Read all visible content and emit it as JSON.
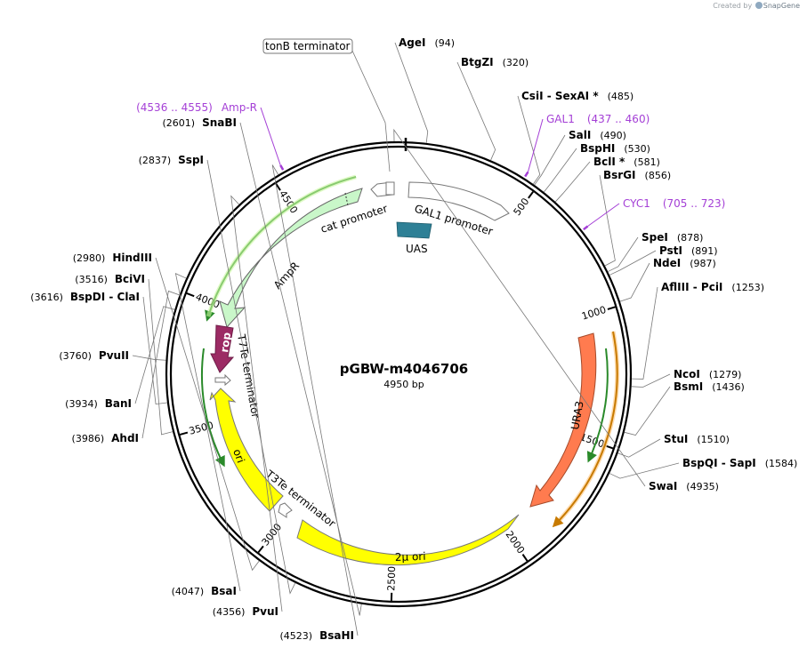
{
  "credit": {
    "prefix": "Created by",
    "brand": "SnapGene"
  },
  "plasmid": {
    "name": "pGBW-m4046706",
    "length_label": "4950 bp",
    "length": 4950
  },
  "sites": [
    {
      "name": "SwaI",
      "pos": "(4935)",
      "bp": 4935,
      "side": "right"
    },
    {
      "name": "AgeI",
      "pos": "(94)",
      "bp": 94,
      "side": "right"
    },
    {
      "name": "BtgZI",
      "pos": "(320)",
      "bp": 320,
      "side": "right"
    },
    {
      "name": "CsiI  - SexAI *",
      "pos": "(485)",
      "bp": 485,
      "side": "right"
    },
    {
      "name": "SalI",
      "pos": "(490)",
      "bp": 490,
      "side": "right"
    },
    {
      "name": "BspHI",
      "pos": "(530)",
      "bp": 530,
      "side": "right"
    },
    {
      "name": "BclI *",
      "pos": "(581)",
      "bp": 581,
      "side": "right"
    },
    {
      "name": "BsrGI",
      "pos": "(856)",
      "bp": 856,
      "side": "right"
    },
    {
      "name": "SpeI",
      "pos": "(878)",
      "bp": 878,
      "side": "right"
    },
    {
      "name": "PstI",
      "pos": "(891)",
      "bp": 891,
      "side": "right"
    },
    {
      "name": "NdeI",
      "pos": "(987)",
      "bp": 987,
      "side": "right"
    },
    {
      "name": "AflIII  - PciI",
      "pos": "(1253)",
      "bp": 1253,
      "side": "right"
    },
    {
      "name": "NcoI",
      "pos": "(1279)",
      "bp": 1279,
      "side": "right"
    },
    {
      "name": "BsmI",
      "pos": "(1436)",
      "bp": 1436,
      "side": "right"
    },
    {
      "name": "StuI",
      "pos": "(1510)",
      "bp": 1510,
      "side": "right"
    },
    {
      "name": "BspQI  - SapI",
      "pos": "(1584)",
      "bp": 1584,
      "side": "right"
    },
    {
      "name": "SnaBI",
      "pos": "(2601)",
      "bp": 2601,
      "side": "left"
    },
    {
      "name": "SspI",
      "pos": "(2837)",
      "bp": 2837,
      "side": "left"
    },
    {
      "name": "HindIII",
      "pos": "(2980)",
      "bp": 2980,
      "side": "left"
    },
    {
      "name": "BciVI",
      "pos": "(3516)",
      "bp": 3516,
      "side": "left"
    },
    {
      "name": "BspDI  - ClaI",
      "pos": "(3616)",
      "bp": 3616,
      "side": "left"
    },
    {
      "name": "PvuII",
      "pos": "(3760)",
      "bp": 3760,
      "side": "left"
    },
    {
      "name": "BanI",
      "pos": "(3934)",
      "bp": 3934,
      "side": "left"
    },
    {
      "name": "AhdI",
      "pos": "(3986)",
      "bp": 3986,
      "side": "left"
    },
    {
      "name": "BsaI",
      "pos": "(4047)",
      "bp": 4047,
      "side": "left"
    },
    {
      "name": "PvuI",
      "pos": "(4356)",
      "bp": 4356,
      "side": "left"
    },
    {
      "name": "BsaHI",
      "pos": "(4523)",
      "bp": 4523,
      "side": "left"
    }
  ],
  "primers": [
    {
      "name": "GAL1",
      "range": "(437 .. 460)",
      "bp": 448
    },
    {
      "name": "CYC1",
      "range": "(705 .. 723)",
      "bp": 714
    },
    {
      "name": "Amp-R",
      "range": "(4536 .. 4555)",
      "bp": 4545
    }
  ],
  "ticks": [
    "500",
    "1000",
    "1500",
    "2000",
    "2500",
    "3000",
    "3500",
    "4000",
    "4500"
  ],
  "features": {
    "gal1_promoter": "GAL1 promoter",
    "uas": "UAS",
    "cat_promoter": "cat promoter",
    "ampr": "AmpR",
    "rop": "rop",
    "t7te": "T7Te terminator",
    "ori": "ori",
    "t3te": "T3Te terminator",
    "two_mu_ori": "2µ ori",
    "ura3": "URA3",
    "tonb": "tonB terminator"
  },
  "colors": {
    "ampr": "#c9f7c9",
    "gal1_promoter": "#ffffff",
    "uas": "#2e8096",
    "rop": "#9c2b64",
    "ori": "#ffff00",
    "two_mu_ori": "#ffff00",
    "ura3": "#ff7b4f",
    "primer": "#a43fd6"
  }
}
